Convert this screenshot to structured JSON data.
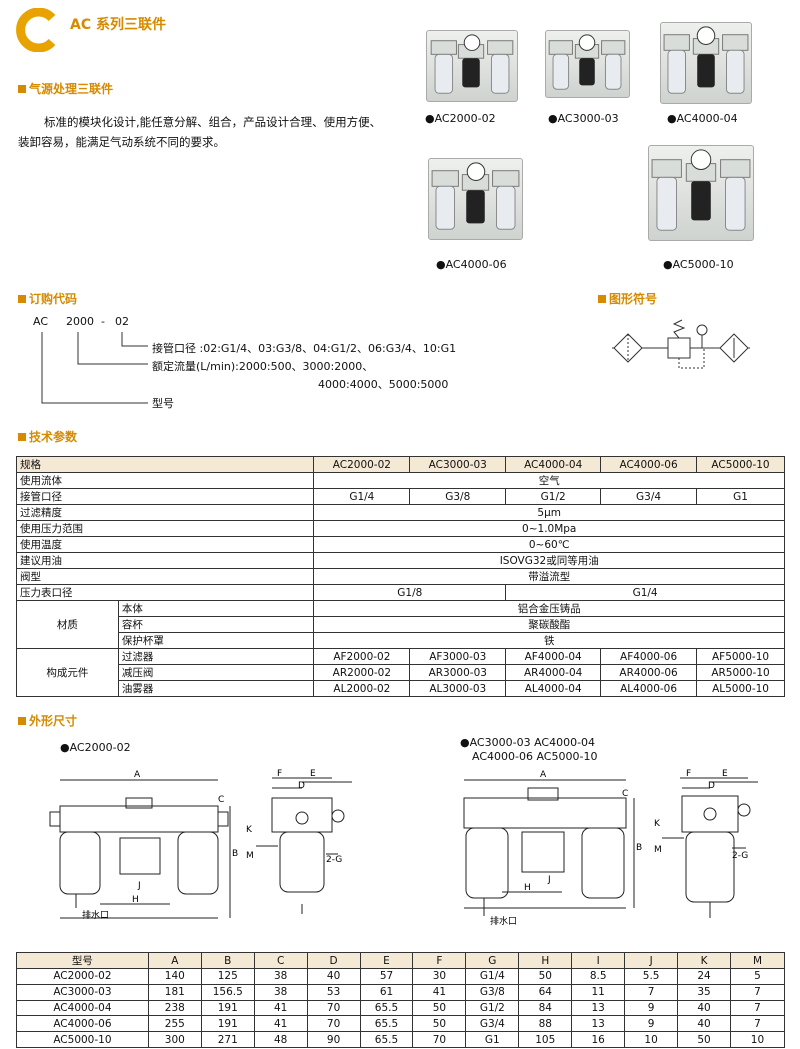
{
  "header": {
    "title": "AC 系列三联件"
  },
  "sections": {
    "s1": "气源处理三联件",
    "order": "订购代码",
    "symbol": "图形符号",
    "spec": "技术参数",
    "dims": "外形尺寸"
  },
  "intro": "标准的模块化设计,能任意分解、组合，产品设计合理、使用方便、装卸容易，能满足气动系统不同的要求。",
  "products": [
    {
      "caption": "●AC2000-02"
    },
    {
      "caption": "●AC3000-03"
    },
    {
      "caption": "●AC4000-04"
    },
    {
      "caption": "●AC4000-06"
    },
    {
      "caption": "●AC5000-10"
    }
  ],
  "order": {
    "code1": "AC",
    "code2": "2000",
    "dash": "-",
    "code3": "02",
    "port": "接管口径 :02:G1/4、03:G3/8、04:G1/2、06:G3/4、10:G1",
    "flow1": "额定流量(L/min):2000:500、3000:2000、",
    "flow2": "4000:4000、5000:5000",
    "type": "型号"
  },
  "spec": {
    "header": [
      "规格",
      "AC2000-02",
      "AC3000-03",
      "AC4000-04",
      "AC4000-06",
      "AC5000-10"
    ],
    "fluid": [
      "使用流体",
      "空气"
    ],
    "port": [
      "接管口径",
      "G1/4",
      "G3/8",
      "G1/2",
      "G3/4",
      "G1"
    ],
    "filter": [
      "过滤精度",
      "5μm"
    ],
    "pressure": [
      "使用压力范围",
      "0~1.0Mpa"
    ],
    "temp": [
      "使用温度",
      "0~60℃"
    ],
    "oil": [
      "建议用油",
      "ISOVG32或同等用油"
    ],
    "valve": [
      "阀型",
      "带溢流型"
    ],
    "gauge": [
      "压力表口径",
      "G1/8",
      "G1/4"
    ],
    "material": {
      "label": "材质",
      "rows": [
        [
          "本体",
          "铝合金压铸品"
        ],
        [
          "容杯",
          "聚碳酸酯"
        ],
        [
          "保护杯罩",
          "铁"
        ]
      ]
    },
    "components": {
      "label": "构成元件",
      "rows": [
        [
          "过滤器",
          "AF2000-02",
          "AF3000-03",
          "AF4000-04",
          "AF4000-06",
          "AF5000-10"
        ],
        [
          "减压阀",
          "AR2000-02",
          "AR3000-03",
          "AR4000-04",
          "AR4000-06",
          "AR5000-10"
        ],
        [
          "油雾器",
          "AL2000-02",
          "AL3000-03",
          "AL4000-04",
          "AL4000-06",
          "AL5000-10"
        ]
      ]
    }
  },
  "drawings": {
    "left_cap": "●AC2000-02",
    "right_cap1": "●AC3000-03  AC4000-04",
    "right_cap2": "AC4000-06  AC5000-10",
    "drain": "排水口",
    "labels": {
      "A": "A",
      "B": "B",
      "C": "C",
      "D": "D",
      "E": "E",
      "F": "F",
      "H": "H",
      "J": "J",
      "K": "K",
      "M": "M",
      "G": "2-G"
    }
  },
  "dims": {
    "header": [
      "型号",
      "A",
      "B",
      "C",
      "D",
      "E",
      "F",
      "G",
      "H",
      "I",
      "J",
      "K",
      "M"
    ],
    "rows": [
      [
        "AC2000-02",
        "140",
        "125",
        "38",
        "40",
        "57",
        "30",
        "G1/4",
        "50",
        "8.5",
        "5.5",
        "24",
        "5"
      ],
      [
        "AC3000-03",
        "181",
        "156.5",
        "38",
        "53",
        "61",
        "41",
        "G3/8",
        "64",
        "11",
        "7",
        "35",
        "7"
      ],
      [
        "AC4000-04",
        "238",
        "191",
        "41",
        "70",
        "65.5",
        "50",
        "G1/2",
        "84",
        "13",
        "9",
        "40",
        "7"
      ],
      [
        "AC4000-06",
        "255",
        "191",
        "41",
        "70",
        "65.5",
        "50",
        "G3/4",
        "88",
        "13",
        "9",
        "40",
        "7"
      ],
      [
        "AC5000-10",
        "300",
        "271",
        "48",
        "90",
        "65.5",
        "70",
        "G1",
        "105",
        "16",
        "10",
        "50",
        "10"
      ]
    ]
  },
  "colors": {
    "accent": "#d68a00",
    "header_bg": "#f4e9d4"
  }
}
